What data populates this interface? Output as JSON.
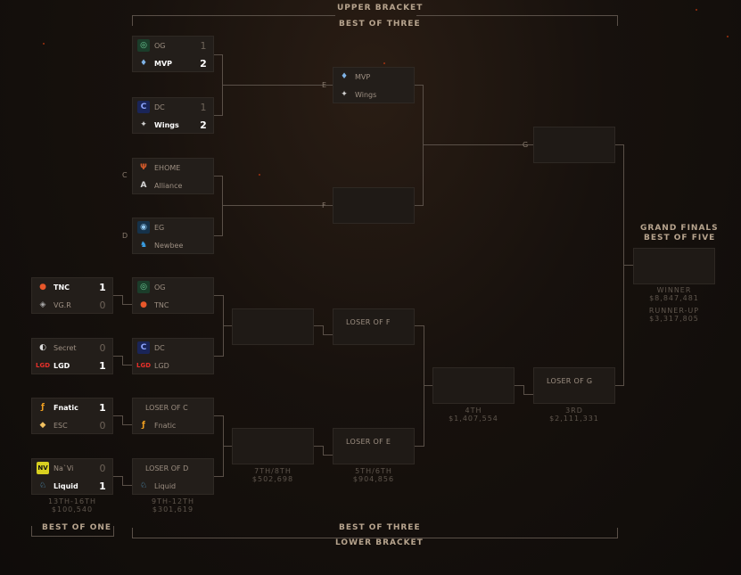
{
  "headers": {
    "upper_bracket": "UPPER BRACKET",
    "best_of_three_top": "BEST OF THREE",
    "best_of_three_bottom": "BEST OF THREE",
    "lower_bracket": "LOWER BRACKET",
    "best_of_one": "BEST OF ONE",
    "grand_finals": "GRAND FINALS",
    "best_of_five": "BEST OF FIVE"
  },
  "upper_round1": [
    {
      "team1": "OG",
      "score1": "1",
      "team2": "MVP",
      "score2": "2"
    },
    {
      "team1": "DC",
      "score1": "1",
      "team2": "Wings",
      "score2": "2"
    },
    {
      "team1": "EHOME",
      "team2": "Alliance"
    },
    {
      "team1": "EG",
      "team2": "Newbee"
    }
  ],
  "match_labels": {
    "c": "C",
    "d": "D",
    "e": "E",
    "f": "F",
    "g": "G"
  },
  "upper_round2": [
    {
      "team1": "MVP",
      "team2": "Wings"
    }
  ],
  "lower_round1": [
    {
      "team1": "TNC",
      "score1": "1",
      "team2": "VG.R",
      "score2": "0"
    },
    {
      "team1": "Secret",
      "score1": "0",
      "team2": "LGD",
      "score2": "1"
    },
    {
      "team1": "Fnatic",
      "score1": "1",
      "team2": "ESC",
      "score2": "0"
    },
    {
      "team1": "Na`Vi",
      "score1": "0",
      "team2": "Liquid",
      "score2": "1"
    }
  ],
  "lower_round2": [
    {
      "team1": "OG",
      "team2": "TNC"
    },
    {
      "team1": "DC",
      "team2": "LGD"
    },
    {
      "team1": "LOSER OF C",
      "team2": "Fnatic"
    },
    {
      "team1": "LOSER OF D",
      "team2": "Liquid"
    }
  ],
  "loser_slots": {
    "f": "LOSER OF F",
    "e": "LOSER OF E",
    "g": "LOSER OF G"
  },
  "prizes": {
    "p13_16": "13TH-16TH",
    "p13_16_amt": "$100,540",
    "p9_12": "9TH-12TH",
    "p9_12_amt": "$301,619",
    "p7_8": "7TH/8TH",
    "p7_8_amt": "$502,698",
    "p5_6": "5TH/6TH",
    "p5_6_amt": "$904,856",
    "p4": "4TH",
    "p4_amt": "$1,407,554",
    "p3": "3RD",
    "p3_amt": "$2,111,331",
    "winner": "WINNER",
    "winner_amt": "$8,847,481",
    "runner_up": "RUNNER-UP",
    "runner_up_amt": "$3,317,805"
  },
  "colors": {
    "accent": "#b7a48e",
    "winner_text": "#ffffff",
    "line": "#5a5048",
    "box": "#231e1a"
  }
}
